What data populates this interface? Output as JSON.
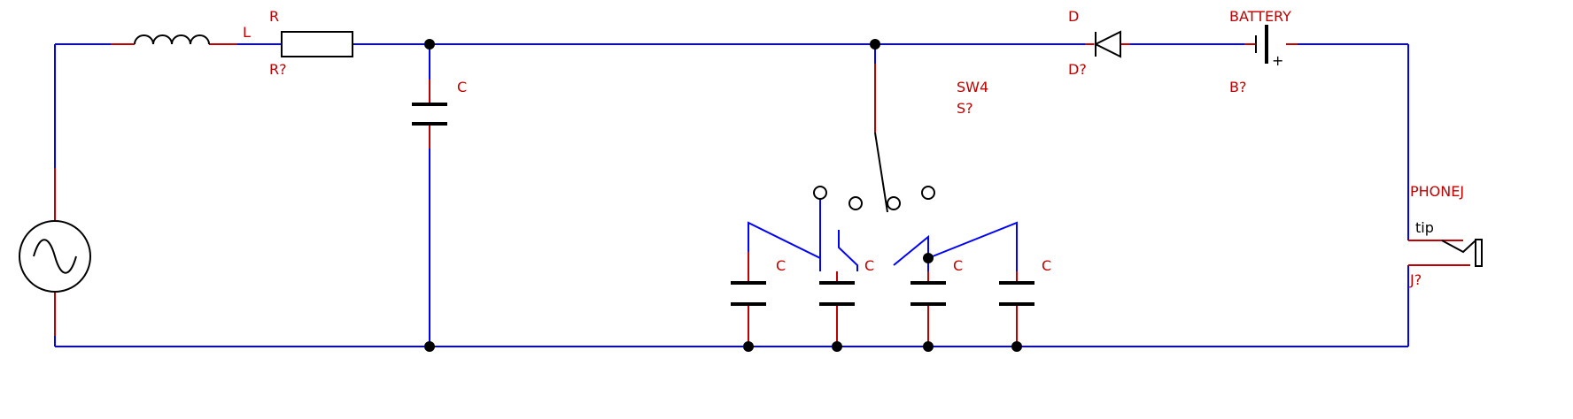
{
  "components": {
    "inductor": {
      "ref": "L"
    },
    "resistor": {
      "ref": "R",
      "designator": "R?"
    },
    "filter_cap": {
      "ref": "C"
    },
    "switch": {
      "ref": "SW4",
      "designator": "S?"
    },
    "diode": {
      "ref": "D",
      "designator": "D?"
    },
    "battery": {
      "ref": "BATTERY",
      "designator": "B?",
      "polarity": "+"
    },
    "bank_caps": [
      {
        "ref": "C"
      },
      {
        "ref": "C"
      },
      {
        "ref": "C"
      },
      {
        "ref": "C"
      }
    ],
    "phone_jack": {
      "ref": "PHONEJ",
      "pin": "tip",
      "designator": "J?"
    }
  },
  "colors": {
    "wire": "#0000ff",
    "pin": "#c00000",
    "label": "#c00000",
    "symbol": "#000000"
  }
}
